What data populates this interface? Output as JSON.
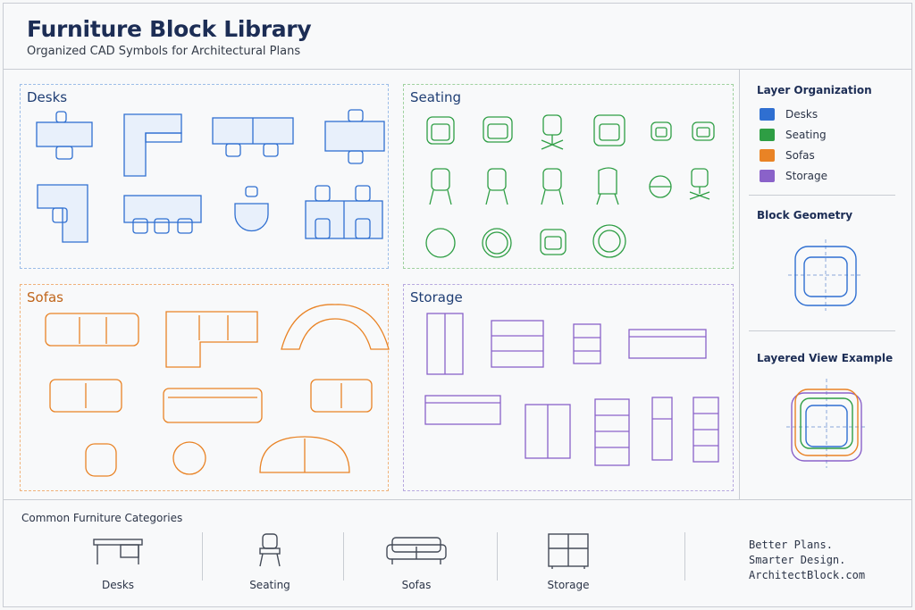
{
  "header": {
    "title": "Furniture Block Library",
    "subtitle": "Organized CAD Symbols for Architectural Plans"
  },
  "panels": {
    "desks": {
      "label": "Desks",
      "color": "#2f6fd1"
    },
    "seating": {
      "label": "Seating",
      "color": "#2e9e44"
    },
    "sofas": {
      "label": "Sofas",
      "color": "#e98325"
    },
    "storage": {
      "label": "Storage",
      "color": "#8a62c9"
    }
  },
  "sidebar": {
    "layer_heading": "Layer Organization",
    "layers": [
      {
        "label": "Desks",
        "color": "#2f6fd1"
      },
      {
        "label": "Seating",
        "color": "#2e9e44"
      },
      {
        "label": "Sofas",
        "color": "#e98325"
      },
      {
        "label": "Storage",
        "color": "#8a62c9"
      }
    ],
    "geometry_heading": "Block Geometry",
    "layered_heading": "Layered View Example"
  },
  "footer": {
    "title": "Common Furniture Categories",
    "categories": [
      {
        "label": "Desks",
        "icon": "desk-icon"
      },
      {
        "label": "Seating",
        "icon": "chair-icon"
      },
      {
        "label": "Sofas",
        "icon": "sofa-icon"
      },
      {
        "label": "Storage",
        "icon": "cabinet-icon"
      }
    ],
    "tagline": [
      "Better Plans.",
      "Smarter Design.",
      "ArchitectBlock.com"
    ]
  }
}
